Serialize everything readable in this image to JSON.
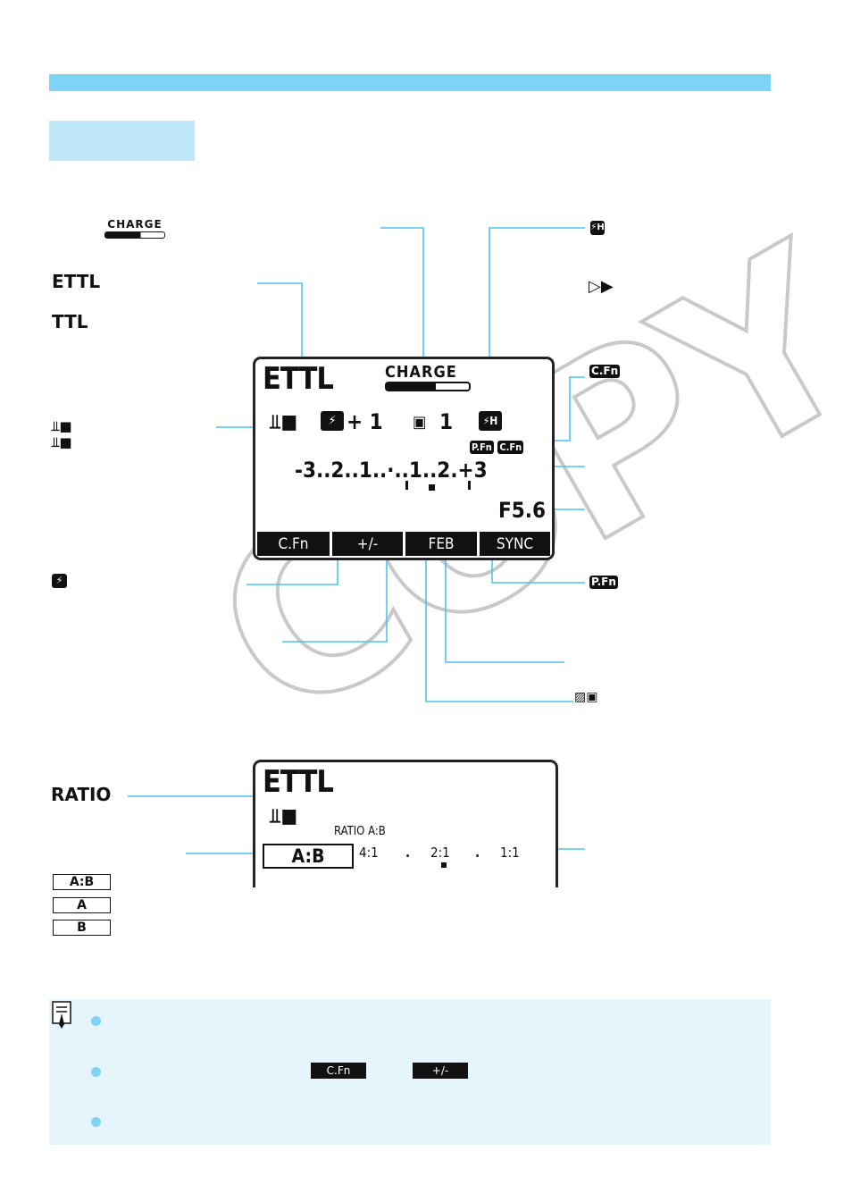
{
  "lcd_main": {
    "mode": "ETTL",
    "charge": "CHARGE",
    "fec_value": "+ 1",
    "feb_value": "1",
    "scale": "-3..2..1..·..1..2.+3",
    "aperture": "F5.6",
    "chip_pfn": "P.Fn",
    "chip_cfn": "C.Fn",
    "buttons": [
      "C.Fn",
      "+/-",
      "FEB",
      "SYNC"
    ]
  },
  "lcd_ratio": {
    "mode": "ETTL",
    "ratio_label": "RATIO A:B",
    "selected": "A:B",
    "ratios": [
      "4:1",
      "2:1",
      "1:1"
    ]
  },
  "labels": {
    "ettl": "ETTL",
    "ttl": "TTL",
    "ratio": "RATIO",
    "charge_icon": "CHARGE",
    "cfn": "C.Fn",
    "pfn": "P.Fn"
  },
  "ratio_boxes": [
    "A:B",
    "A",
    "B"
  ],
  "note": {
    "btn_cfn": "C.Fn",
    "btn_pm": "+/-"
  },
  "watermark": "COPY",
  "colors": {
    "accent": "#7fd3f5",
    "tab": "#bfe7fa",
    "note_bg": "#e6f5fc"
  }
}
